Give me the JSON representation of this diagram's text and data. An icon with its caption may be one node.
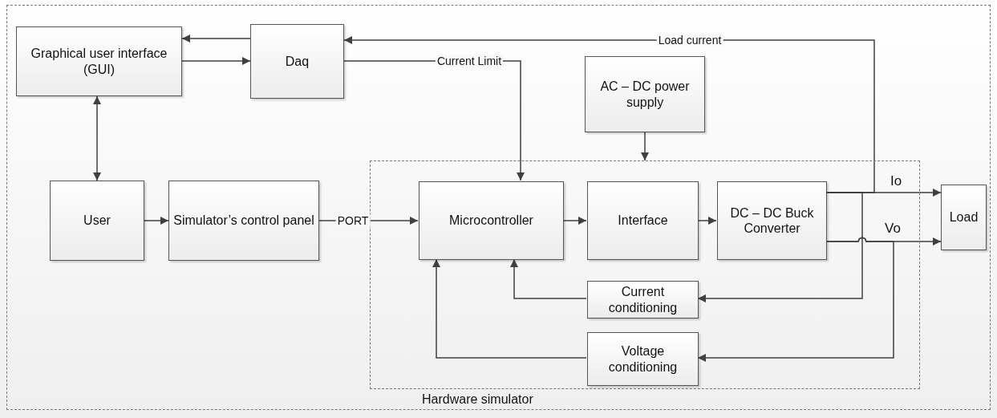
{
  "diagram": {
    "nodes": [
      {
        "text": [
          "Graphical user interface (GUI)"
        ]
      },
      {
        "text": [
          "Daq"
        ]
      },
      {
        "text": [
          "AC – DC power supply"
        ]
      },
      {
        "text": [
          "User"
        ]
      },
      {
        "text": [
          "Simulator’s control panel"
        ]
      },
      {
        "text": [
          "Hardware simulator"
        ]
      },
      {
        "text": [
          "Microcontroller"
        ],
        "in": 5
      },
      {
        "text": [
          "Interface"
        ],
        "in": 5
      },
      {
        "text": [
          "DC – DC Buck Converter"
        ],
        "in": 5
      },
      {
        "text": [
          "Current conditioning"
        ],
        "in": 5
      },
      {
        "text": [
          "Voltage conditioning"
        ],
        "in": 5
      },
      {
        "text": [
          "Load"
        ]
      }
    ],
    "edges": [
      {
        "from": 1,
        "to": 0,
        "arrow": "to"
      },
      {
        "from": 0,
        "to": 1,
        "arrow": "to"
      },
      {
        "from": 8,
        "to": 1,
        "arrow": "to",
        "label": "Load current"
      },
      {
        "from": 1,
        "to": 6,
        "arrow": "to",
        "label": "Current Limit"
      },
      {
        "from": 2,
        "to": 5,
        "arrow": "to"
      },
      {
        "from": 0,
        "to": 3,
        "arrow": "both"
      },
      {
        "from": 3,
        "to": 4,
        "arrow": "to"
      },
      {
        "from": 4,
        "to": 6,
        "arrow": "to",
        "label": "PORT"
      },
      {
        "from": 6,
        "to": 7,
        "arrow": "to"
      },
      {
        "from": 7,
        "to": 8,
        "arrow": "to"
      },
      {
        "from": 8,
        "to": 11,
        "arrow": "to",
        "label": "Io"
      },
      {
        "from": 8,
        "to": 11,
        "arrow": "to",
        "label": "Vo"
      },
      {
        "from": 8,
        "to": 9,
        "arrow": "to"
      },
      {
        "from": 8,
        "to": 10,
        "arrow": "to"
      },
      {
        "from": 9,
        "to": 6,
        "arrow": "to"
      },
      {
        "from": 10,
        "to": 6,
        "arrow": "to"
      }
    ]
  }
}
